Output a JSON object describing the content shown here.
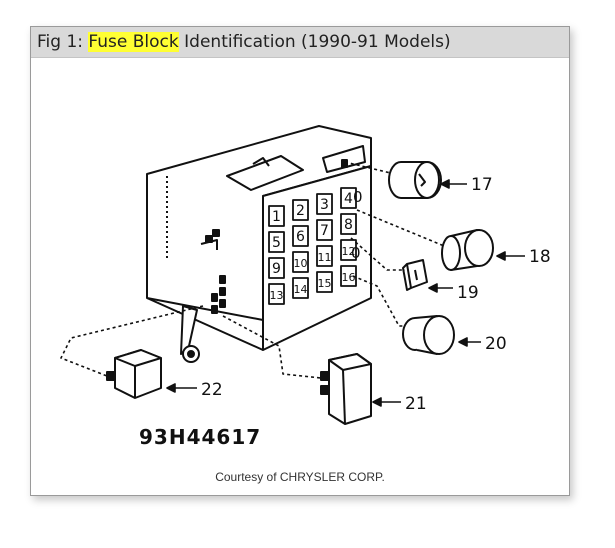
{
  "caption": {
    "prefix": "Fig 1: ",
    "highlight": "Fuse Block",
    "suffix": " Identification (1990-91 Models)"
  },
  "fuse_numbers": [
    "1",
    "2",
    "3",
    "4",
    "5",
    "6",
    "7",
    "8",
    "9",
    "10",
    "11",
    "12",
    "13",
    "14",
    "15",
    "16"
  ],
  "component_labels": [
    "17",
    "18",
    "19",
    "20",
    "21",
    "22"
  ],
  "extra_marks": [
    "0",
    "0"
  ],
  "figure_code": "93H44617",
  "credit": "Courtesy of CHRYSLER CORP.",
  "colors": {
    "highlight": "#ffff33",
    "caption_bg": "#d9d9d9",
    "line": "#111111"
  }
}
